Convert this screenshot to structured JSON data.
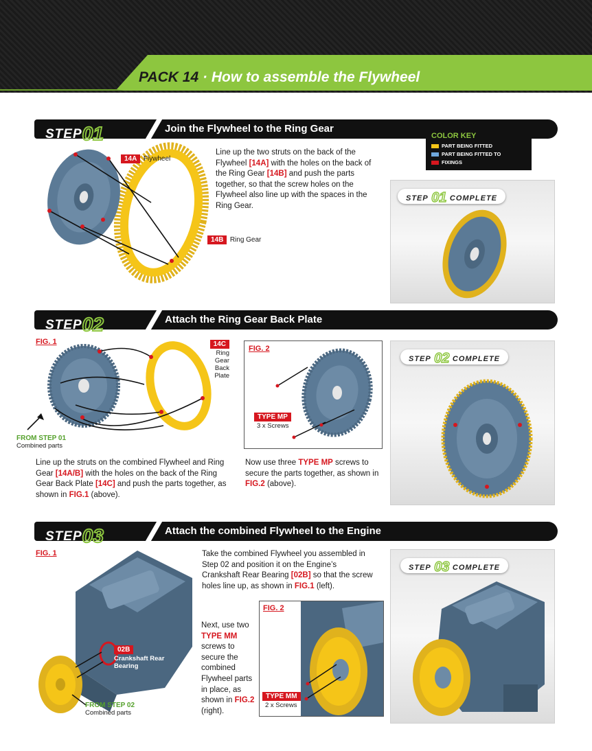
{
  "header": {
    "pack": "PACK 14",
    "separator": "·",
    "title": "How to assemble the Flywheel"
  },
  "color_key": {
    "title": "COLOR KEY",
    "items": [
      {
        "label": "PART BEING FITTED",
        "color": "#f5c518"
      },
      {
        "label": "PART BEING FITTED TO",
        "color": "#6fa8dc"
      },
      {
        "label": "FIXINGS",
        "color": "#d6171f"
      }
    ]
  },
  "steps": [
    {
      "word": "STEP",
      "number": "01",
      "title": "Join the Flywheel to the Ring Gear",
      "complete": "COMPLETE",
      "parts": [
        {
          "code": "14A",
          "name": "Flywheel"
        },
        {
          "code": "14B",
          "name": "Ring Gear"
        }
      ],
      "text": {
        "a": "Line up the two struts on the back of the Flywheel ",
        "b": "[14A]",
        "c": " with the holes on the back of the Ring Gear ",
        "d": "[14B]",
        "e": " and push the parts together, so that the screw holes on the Flywheel also line up with the spaces in the Ring Gear."
      }
    },
    {
      "word": "STEP",
      "number": "02",
      "title": "Attach the Ring Gear Back Plate",
      "complete": "COMPLETE",
      "fig1": "FIG. 1",
      "fig2": "FIG. 2",
      "part": {
        "code": "14C",
        "line1": "Ring Gear",
        "line2": "Back Plate"
      },
      "from_step": "FROM STEP 01",
      "from_sub": "Combined parts",
      "screw": {
        "type": "TYPE MP",
        "qty": "3 x Screws"
      },
      "text1": {
        "a": "Line up the struts on the combined Flywheel and Ring Gear ",
        "b": "[14A/B]",
        "c": " with the holes on the back of the Ring Gear Back Plate ",
        "d": "[14C]",
        "e": " and push the parts together, as shown in ",
        "f": "FIG.1",
        "g": " (above)."
      },
      "text2": {
        "a": "Now use three ",
        "b": "TYPE MP",
        "c": " screws to secure the parts together, as shown in ",
        "d": "FIG.2",
        "e": " (above)."
      }
    },
    {
      "word": "STEP",
      "number": "03",
      "title": "Attach the combined Flywheel to the Engine",
      "complete": "COMPLETE",
      "fig1": "FIG. 1",
      "fig2": "FIG. 2",
      "part": {
        "code": "02B",
        "line1": "Crankshaft Rear",
        "line2": "Bearing"
      },
      "from_step": "FROM STEP 02",
      "from_sub": "Combined parts",
      "screw": {
        "type": "TYPE MM",
        "qty": "2 x Screws"
      },
      "text1": {
        "a": "Take the combined Flywheel you assembled in Step 02 and position it on the Engine’s Crankshaft Rear Bearing ",
        "b": "[02B]",
        "c": " so that the screw holes line up, as shown in ",
        "d": "FIG.1",
        "e": " (left)."
      },
      "text2": {
        "a": "Next, use two ",
        "b": "TYPE MM",
        "c": " screws to secure the combined Flywheel parts in place, as shown in ",
        "d": "FIG.2",
        "e": " (right)."
      }
    }
  ]
}
